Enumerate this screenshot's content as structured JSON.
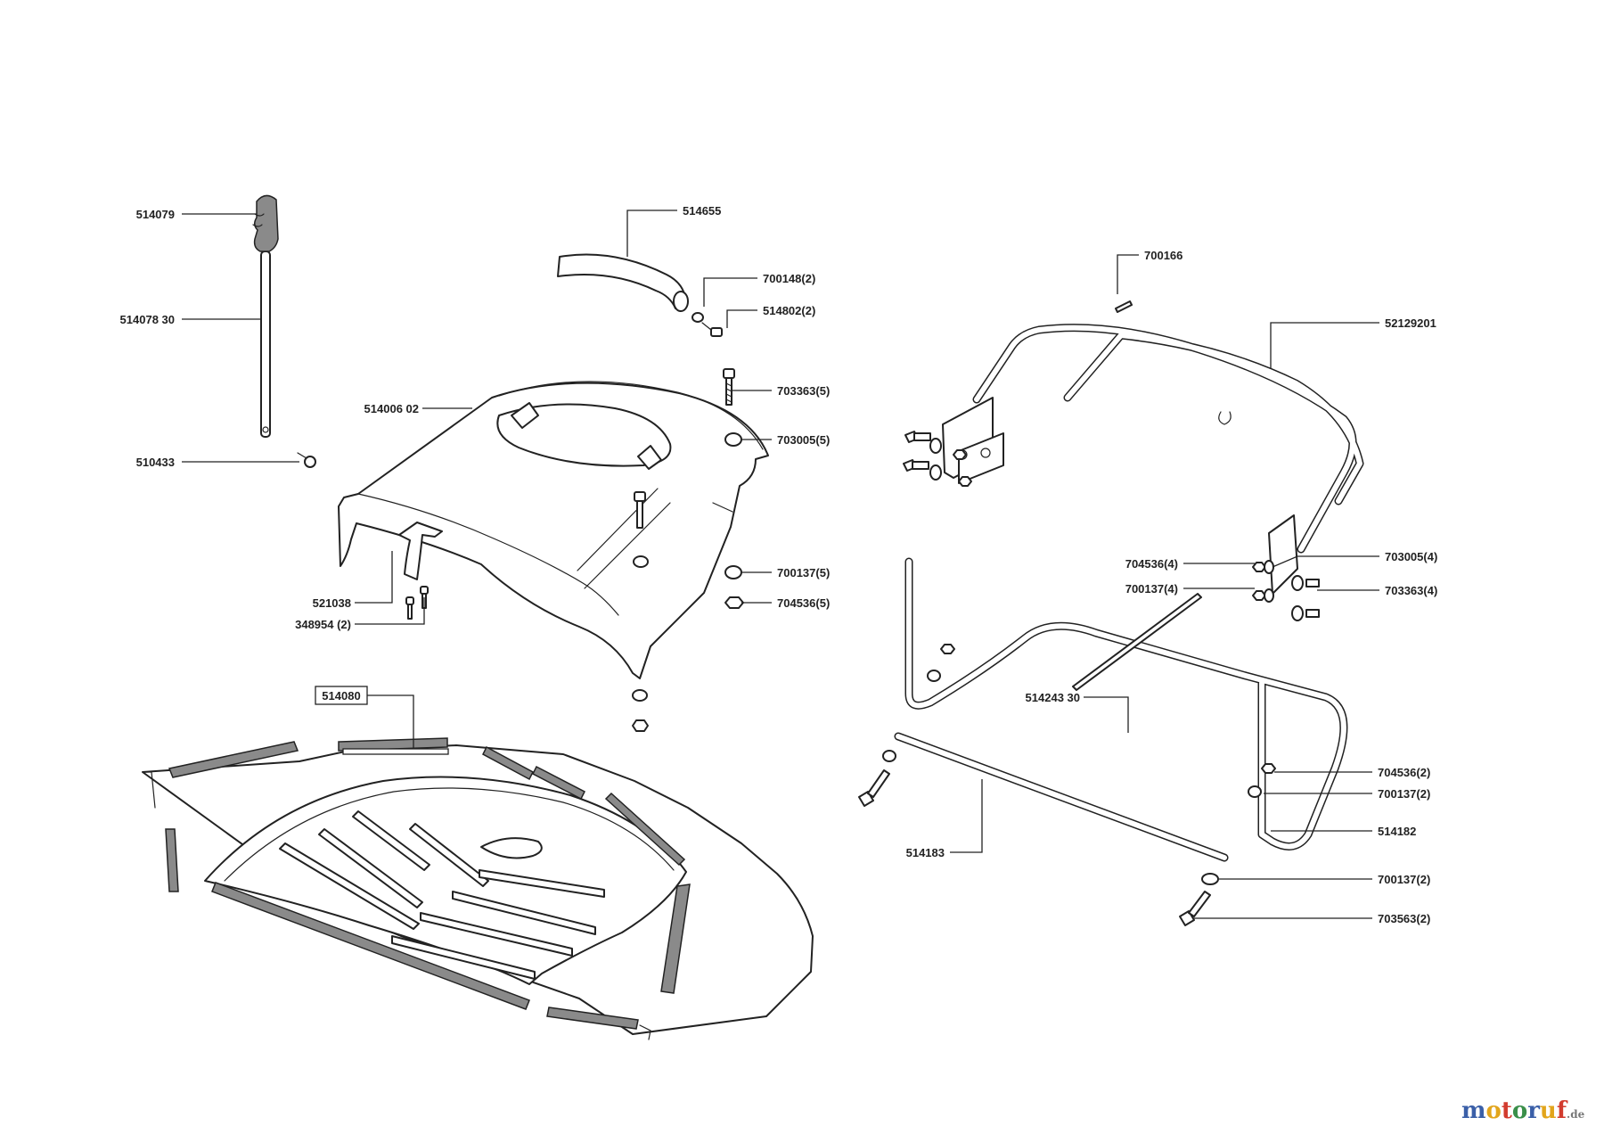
{
  "labels": {
    "p514079": "514079",
    "p514078_30": "514078 30",
    "p510433": "510433",
    "p514655": "514655",
    "p700148_2": "700148(2)",
    "p514802_2": "514802(2)",
    "p703363_5": "703363(5)",
    "p514006_02": "514006 02",
    "p703005_5": "703005(5)",
    "p700137_5": "700137(5)",
    "p704536_5": "704536(5)",
    "p521038": "521038",
    "p348954_2": "348954 (2)",
    "p514080": "514080",
    "p700166": "700166",
    "p52129201": "52129201",
    "p704536_4": "704536(4)",
    "p703005_4": "703005(4)",
    "p700137_4": "700137(4)",
    "p703363_4": "703363(4)",
    "p514243_30": "514243 30",
    "p704536_2": "704536(2)",
    "p700137_2a": "700137(2)",
    "p514182": "514182",
    "p514183": "514183",
    "p700137_2b": "700137(2)",
    "p703563_2": "703563(2)"
  },
  "watermark": {
    "letters": [
      "m",
      "o",
      "t",
      "o",
      "r",
      "u",
      "f"
    ],
    "suffix": ".de",
    "colors": [
      "#3a5fa8",
      "#e2a51c",
      "#d23b2e",
      "#3a8f4a",
      "#3a5fa8",
      "#e2a51c",
      "#d23b2e"
    ]
  }
}
